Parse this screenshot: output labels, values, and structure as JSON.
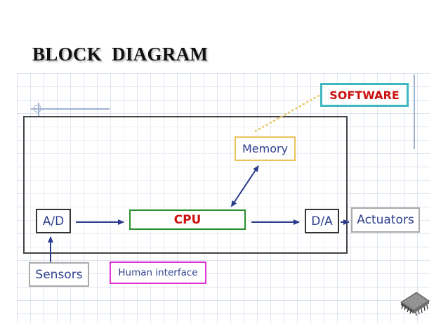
{
  "slide": {
    "title": "BLOCK  DIAGRAM"
  },
  "blocks": {
    "ad": "A/D",
    "cpu": "CPU",
    "da": "D/A",
    "actuators": "Actuators",
    "memory": "Memory",
    "software": "SOFTWARE",
    "sensors": "Sensors",
    "human_interface": "Human interface"
  },
  "colors": {
    "cpu_border": "#2a8f2a",
    "cpu_text": "#cc1111",
    "memory_border": "#e9c45a",
    "software_border": "#3fb8bf",
    "human_interface_border": "#e033d8",
    "arrow": "#2b3a8c",
    "label_text": "#2d3f8e"
  },
  "icons": {
    "corner": "microchip-icon"
  }
}
